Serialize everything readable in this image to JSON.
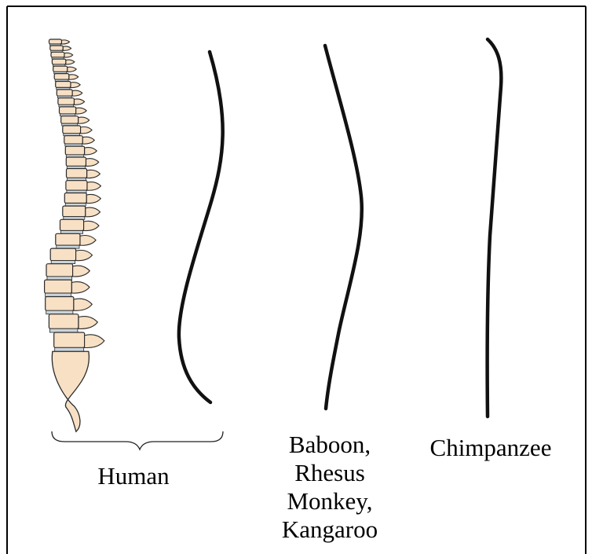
{
  "labels": {
    "human": "Human",
    "baboon_lines": [
      "Baboon,",
      "Rhesus",
      "Monkey,",
      "Kangaroo"
    ],
    "chimpanzee": "Chimpanzee"
  },
  "colors": {
    "frame": "#000000",
    "curve": "#111111",
    "vertebra_fill": "#f7e0c4",
    "disc_fill": "#c9d4dc",
    "bone_outline": "#2a2a2a"
  },
  "icons": {
    "spine": "human-spine-illustration",
    "brace": "curly-brace"
  }
}
